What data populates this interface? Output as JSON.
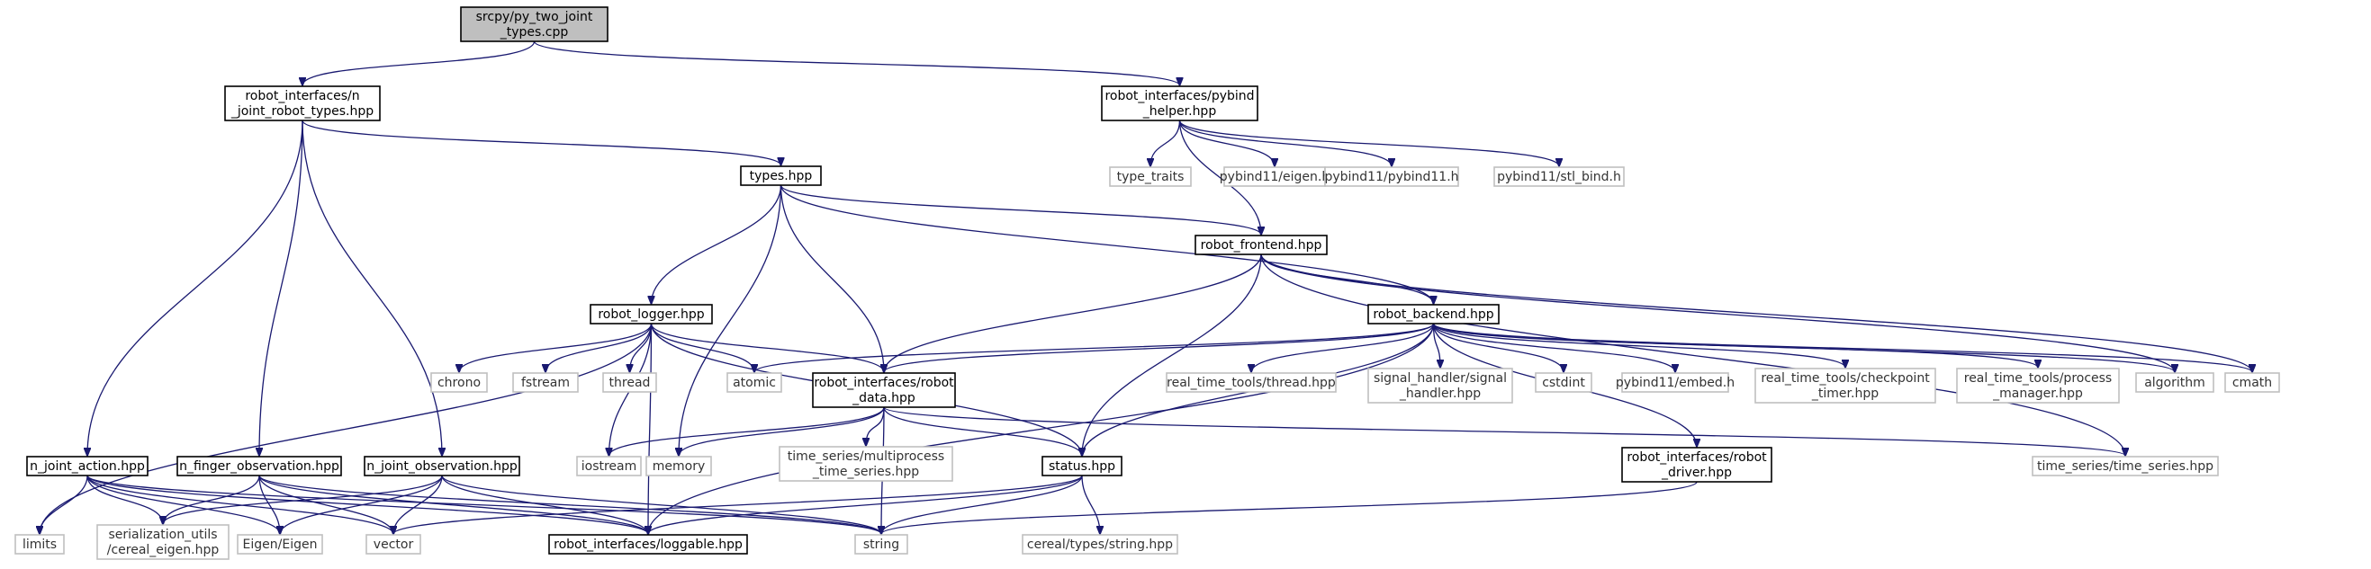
{
  "graph": {
    "edge_color": "#191970",
    "nodes": [
      {
        "id": "root",
        "kind": "root",
        "lines": [
          "srcpy/py_two_joint",
          "_types.cpp"
        ]
      },
      {
        "id": "njrt",
        "kind": "internal",
        "lines": [
          "robot_interfaces/n",
          "_joint_robot_types.hpp"
        ]
      },
      {
        "id": "pybind_helper",
        "kind": "internal",
        "lines": [
          "robot_interfaces/pybind",
          "_helper.hpp"
        ]
      },
      {
        "id": "types",
        "kind": "internal",
        "lines": [
          "types.hpp"
        ]
      },
      {
        "id": "type_traits",
        "kind": "external",
        "lines": [
          "type_traits"
        ]
      },
      {
        "id": "pb_eigen",
        "kind": "external",
        "lines": [
          "pybind11/eigen.h"
        ]
      },
      {
        "id": "pb_pybind11",
        "kind": "external",
        "lines": [
          "pybind11/pybind11.h"
        ]
      },
      {
        "id": "pb_stl",
        "kind": "external",
        "lines": [
          "pybind11/stl_bind.h"
        ]
      },
      {
        "id": "frontend",
        "kind": "internal",
        "lines": [
          "robot_frontend.hpp"
        ]
      },
      {
        "id": "logger",
        "kind": "internal",
        "lines": [
          "robot_logger.hpp"
        ]
      },
      {
        "id": "backend",
        "kind": "internal",
        "lines": [
          "robot_backend.hpp"
        ]
      },
      {
        "id": "chrono",
        "kind": "external",
        "lines": [
          "chrono"
        ]
      },
      {
        "id": "fstream",
        "kind": "external",
        "lines": [
          "fstream"
        ]
      },
      {
        "id": "thread",
        "kind": "external",
        "lines": [
          "thread"
        ]
      },
      {
        "id": "atomic",
        "kind": "external",
        "lines": [
          "atomic"
        ]
      },
      {
        "id": "robot_data",
        "kind": "internal",
        "lines": [
          "robot_interfaces/robot",
          "_data.hpp"
        ]
      },
      {
        "id": "rtt_thread",
        "kind": "external",
        "lines": [
          "real_time_tools/thread.hpp"
        ]
      },
      {
        "id": "signal",
        "kind": "external",
        "lines": [
          "signal_handler/signal",
          "_handler.hpp"
        ]
      },
      {
        "id": "cstdint",
        "kind": "external",
        "lines": [
          "cstdint"
        ]
      },
      {
        "id": "pb_embed",
        "kind": "external",
        "lines": [
          "pybind11/embed.h"
        ]
      },
      {
        "id": "rtt_checkpoint",
        "kind": "external",
        "lines": [
          "real_time_tools/checkpoint",
          "_timer.hpp"
        ]
      },
      {
        "id": "rtt_process",
        "kind": "external",
        "lines": [
          "real_time_tools/process",
          "_manager.hpp"
        ]
      },
      {
        "id": "algorithm",
        "kind": "external",
        "lines": [
          "algorithm"
        ]
      },
      {
        "id": "cmath",
        "kind": "external",
        "lines": [
          "cmath"
        ]
      },
      {
        "id": "n_joint_action",
        "kind": "internal",
        "lines": [
          "n_joint_action.hpp"
        ]
      },
      {
        "id": "n_finger_obs",
        "kind": "internal",
        "lines": [
          "n_finger_observation.hpp"
        ]
      },
      {
        "id": "n_joint_obs",
        "kind": "internal",
        "lines": [
          "n_joint_observation.hpp"
        ]
      },
      {
        "id": "iostream",
        "kind": "external",
        "lines": [
          "iostream"
        ]
      },
      {
        "id": "memory",
        "kind": "external",
        "lines": [
          "memory"
        ]
      },
      {
        "id": "ts_multi",
        "kind": "external",
        "lines": [
          "time_series/multiprocess",
          "_time_series.hpp"
        ]
      },
      {
        "id": "status",
        "kind": "internal",
        "lines": [
          "status.hpp"
        ]
      },
      {
        "id": "ts_ts",
        "kind": "external",
        "lines": [
          "time_series/time_series.hpp"
        ]
      },
      {
        "id": "driver",
        "kind": "internal",
        "lines": [
          "robot_interfaces/robot",
          "_driver.hpp"
        ]
      },
      {
        "id": "limits",
        "kind": "external",
        "lines": [
          "limits"
        ]
      },
      {
        "id": "serialization",
        "kind": "external",
        "lines": [
          "serialization_utils",
          "/cereal_eigen.hpp"
        ]
      },
      {
        "id": "eigen",
        "kind": "external",
        "lines": [
          "Eigen/Eigen"
        ]
      },
      {
        "id": "vector",
        "kind": "external",
        "lines": [
          "vector"
        ]
      },
      {
        "id": "loggable",
        "kind": "internal",
        "lines": [
          "robot_interfaces/loggable.hpp"
        ]
      },
      {
        "id": "string",
        "kind": "external",
        "lines": [
          "string"
        ]
      },
      {
        "id": "cereal_string",
        "kind": "external",
        "lines": [
          "cereal/types/string.hpp"
        ]
      }
    ],
    "edges": [
      [
        "root",
        "njrt"
      ],
      [
        "root",
        "pybind_helper"
      ],
      [
        "njrt",
        "types"
      ],
      [
        "njrt",
        "n_joint_action"
      ],
      [
        "njrt",
        "n_finger_obs"
      ],
      [
        "njrt",
        "n_joint_obs"
      ],
      [
        "pybind_helper",
        "type_traits"
      ],
      [
        "pybind_helper",
        "pb_eigen"
      ],
      [
        "pybind_helper",
        "pb_pybind11"
      ],
      [
        "pybind_helper",
        "pb_stl"
      ],
      [
        "pybind_helper",
        "frontend"
      ],
      [
        "types",
        "frontend"
      ],
      [
        "types",
        "logger"
      ],
      [
        "types",
        "backend"
      ],
      [
        "types",
        "robot_data"
      ],
      [
        "types",
        "memory"
      ],
      [
        "frontend",
        "backend"
      ],
      [
        "frontend",
        "robot_data"
      ],
      [
        "frontend",
        "status"
      ],
      [
        "frontend",
        "algorithm"
      ],
      [
        "frontend",
        "cmath"
      ],
      [
        "frontend",
        "ts_ts"
      ],
      [
        "logger",
        "chrono"
      ],
      [
        "logger",
        "fstream"
      ],
      [
        "logger",
        "thread"
      ],
      [
        "logger",
        "atomic"
      ],
      [
        "logger",
        "robot_data"
      ],
      [
        "logger",
        "status"
      ],
      [
        "logger",
        "loggable"
      ],
      [
        "logger",
        "iostream"
      ],
      [
        "logger",
        "limits"
      ],
      [
        "backend",
        "atomic"
      ],
      [
        "backend",
        "robot_data"
      ],
      [
        "backend",
        "rtt_thread"
      ],
      [
        "backend",
        "signal"
      ],
      [
        "backend",
        "cstdint"
      ],
      [
        "backend",
        "pb_embed"
      ],
      [
        "backend",
        "rtt_checkpoint"
      ],
      [
        "backend",
        "rtt_process"
      ],
      [
        "backend",
        "algorithm"
      ],
      [
        "backend",
        "cmath"
      ],
      [
        "backend",
        "status"
      ],
      [
        "backend",
        "driver"
      ],
      [
        "backend",
        "loggable"
      ],
      [
        "robot_data",
        "iostream"
      ],
      [
        "robot_data",
        "memory"
      ],
      [
        "robot_data",
        "ts_multi"
      ],
      [
        "robot_data",
        "status"
      ],
      [
        "robot_data",
        "ts_ts"
      ],
      [
        "robot_data",
        "string"
      ],
      [
        "status",
        "cereal_string"
      ],
      [
        "status",
        "string"
      ],
      [
        "status",
        "vector"
      ],
      [
        "status",
        "loggable"
      ],
      [
        "driver",
        "string"
      ],
      [
        "n_joint_action",
        "limits"
      ],
      [
        "n_joint_action",
        "serialization"
      ],
      [
        "n_joint_action",
        "eigen"
      ],
      [
        "n_joint_action",
        "vector"
      ],
      [
        "n_joint_action",
        "loggable"
      ],
      [
        "n_joint_action",
        "string"
      ],
      [
        "n_finger_obs",
        "serialization"
      ],
      [
        "n_finger_obs",
        "eigen"
      ],
      [
        "n_finger_obs",
        "vector"
      ],
      [
        "n_finger_obs",
        "loggable"
      ],
      [
        "n_finger_obs",
        "string"
      ],
      [
        "n_joint_obs",
        "eigen"
      ],
      [
        "n_joint_obs",
        "vector"
      ],
      [
        "n_joint_obs",
        "loggable"
      ],
      [
        "n_joint_obs",
        "serialization"
      ],
      [
        "n_joint_obs",
        "string"
      ]
    ]
  }
}
